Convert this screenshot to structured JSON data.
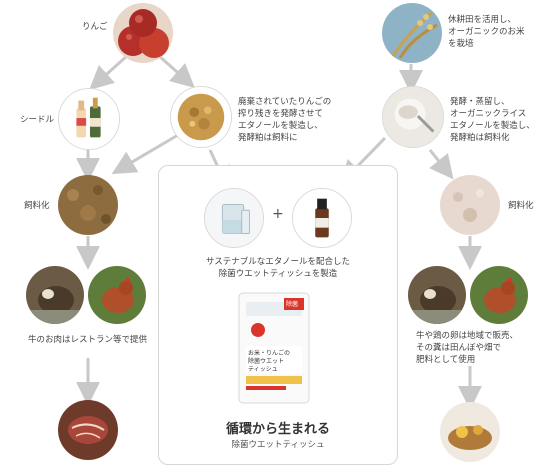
{
  "labels": {
    "apple": "りんご",
    "cider": "シードル",
    "feed_left": "飼料化",
    "beef": "牛のお肉はレストラン等で提供",
    "pomace": [
      "廃棄されていたりんごの",
      "搾り残きを発酵させて",
      "エタノールを製造し、",
      "発酵粕は飼料に"
    ],
    "rice": [
      "休耕田を活用し、",
      "オーガニックのお米",
      "を栽培"
    ],
    "rice_ethanol": [
      "発酵・蒸留し、",
      "オーガニックライス",
      "エタノールを製造し、",
      "発酵粕は飼料化"
    ],
    "feed_right": "飼料化",
    "eggs": [
      "牛や鶏の卵は地域で販売、",
      "その糞は田んぼや畑で",
      "肥料として使用"
    ],
    "center_caption": [
      "サステナブルなエタノールを配合した",
      "除菌ウエットティッシュを製造"
    ],
    "plus": "+",
    "headline": "循環から生まれる",
    "subline": "除菌ウエットティッシュ"
  },
  "package": {
    "badge": "除菌",
    "title": [
      "お米・りんごの",
      "除菌ウエット",
      "ティッシュ"
    ]
  },
  "colors": {
    "arrow": "#c8c8c8",
    "apple_red": "#c0392b",
    "feed_brown": "#9c7a4a",
    "package_red": "#d9352b"
  }
}
